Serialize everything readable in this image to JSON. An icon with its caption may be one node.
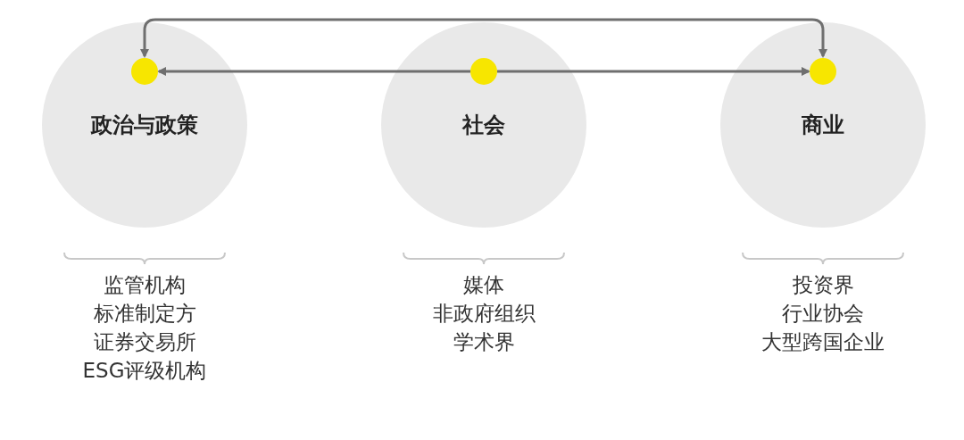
{
  "diagram": {
    "nodes": [
      {
        "text": [
          "政治与政策"
        ],
        "beside": [
          "监管机构",
          "标准制定方",
          "证券交易所",
          "ESG评级机构"
        ]
      },
      {
        "text": [
          "社会"
        ],
        "beside": [
          "媒体",
          "非政府组织",
          "学术界"
        ]
      },
      {
        "text": [
          "商业"
        ],
        "beside": [
          "投资界",
          "行业协会",
          "大型跨国企业"
        ]
      },
      {
        "text": [],
        "shape": "circle",
        "in": 0
      },
      {
        "text": [],
        "shape": "circle",
        "in": 1
      },
      {
        "text": [],
        "shape": "circle",
        "in": 2
      }
    ],
    "edges": [
      {
        "from": 4,
        "to": 3,
        "arrow": "to"
      },
      {
        "from": 4,
        "to": 5,
        "arrow": "to"
      },
      {
        "from": 3,
        "to": 5,
        "arrow": "both"
      }
    ]
  }
}
